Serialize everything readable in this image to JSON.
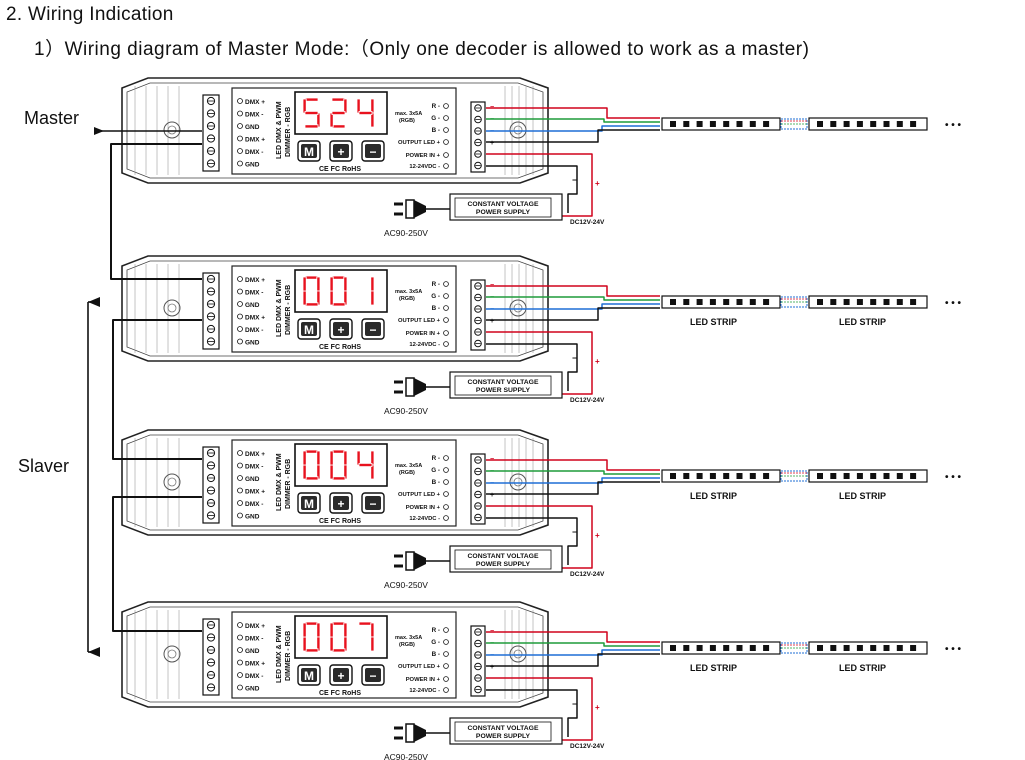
{
  "heading": "2. Wiring Indication",
  "subheading": "1）Wiring diagram of Master Mode:（Only one decoder is allowed to work as a master)",
  "labels": {
    "master": "Master",
    "slaver": "Slaver"
  },
  "device": {
    "dmx_terminals": [
      "DMX +",
      "DMX -",
      "GND",
      "DMX +",
      "DMX -",
      "GND"
    ],
    "output_terminals": [
      "R -",
      "G -",
      "B -",
      "OUTPUT LED +",
      "POWER IN +",
      "12-24VDC -"
    ],
    "rating": "max. 3x5A",
    "rating_sub": "(RGB)",
    "model_line1": "LED DMX & PWM",
    "model_line2": "DIMMER - RGB",
    "buttons": [
      "M",
      "+",
      "−"
    ],
    "certs": "CE FC RoHS"
  },
  "power_supply": {
    "line1": "CONSTANT VOLTAGE",
    "line2": "POWER SUPPLY",
    "ac": "AC90-250V",
    "dc": "DC12V-24V"
  },
  "strip": {
    "label": "LED STRIP",
    "dots": "• • •"
  },
  "units": [
    {
      "display": "524",
      "role": "master",
      "show_strip_labels": false
    },
    {
      "display": "001",
      "role": "slave",
      "show_strip_labels": true
    },
    {
      "display": "004",
      "role": "slave",
      "show_strip_labels": true
    },
    {
      "display": "007",
      "role": "slave",
      "show_strip_labels": true
    }
  ],
  "colors": {
    "red": "#d0021b",
    "green": "#1e9c3a",
    "blue": "#1f6fd6",
    "display_red": "#e8121e",
    "line": "#1a1a1a"
  }
}
